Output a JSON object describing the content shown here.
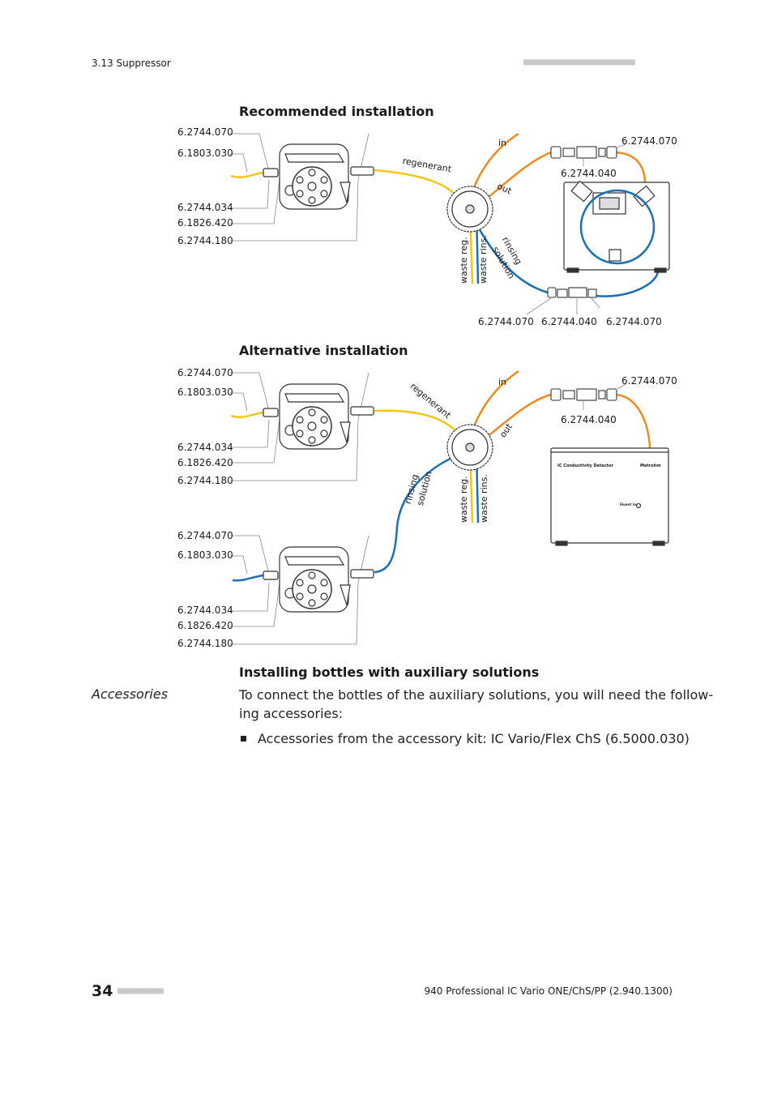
{
  "header": {
    "section": "3.13 Suppressor",
    "dots": "■■■■■■■■■■■■■■■■■■■■■■"
  },
  "figure1": {
    "title": "Recommended installation",
    "left_labels": [
      "6.2744.070",
      "6.1803.030",
      "6.2744.034",
      "6.1826.420",
      "6.2744.180"
    ],
    "right_top": "6.2744.070",
    "right_mid": "6.2744.040",
    "bottom_labels": [
      "6.2744.070",
      "6.2744.040",
      "6.2744.070"
    ],
    "tube_labels": {
      "regenerant": "regenerant",
      "in": "in",
      "out": "out",
      "waste_reg": "waste reg.",
      "waste_rins": "waste rins.",
      "rinsing": "rinsing",
      "solution": "solution"
    }
  },
  "figure2": {
    "title": "Alternative installation",
    "left_labels_a": [
      "6.2744.070",
      "6.1803.030",
      "6.2744.034",
      "6.1826.420",
      "6.2744.180"
    ],
    "left_labels_b": [
      "6.2744.070",
      "6.1803.030",
      "6.2744.034",
      "6.1826.420",
      "6.2744.180"
    ],
    "right_top": "6.2744.070",
    "right_mid": "6.2744.040",
    "detector_title": "IC Conductivity Detector",
    "detector_brand": "Metrohm",
    "detector_port": "Eluent in",
    "tube_labels": {
      "regenerant": "regenerant",
      "in": "in",
      "out": "out",
      "waste_reg": "waste reg.",
      "waste_rins": "waste rins.",
      "rinsing": "rinsing",
      "solution": "solution"
    }
  },
  "section": {
    "title": "Installing bottles with auxiliary solutions",
    "margin_label": "Accessories",
    "paragraph_line1": "To connect the bottles of the auxiliary solutions, you will need the follow-",
    "paragraph_line2": "ing accessories:",
    "bullet": "Accessories from the accessory kit: IC Vario/Flex ChS (6.5000.030)"
  },
  "footer": {
    "page_number": "34",
    "dots": "■■■■■■■■■",
    "doc_title": "940 Professional IC Vario ONE/ChS/PP (2.940.1300)"
  },
  "colors": {
    "yellow": "#f5c518",
    "orange": "#ef8a1f",
    "blue": "#1b6fb5",
    "gray": "#555555"
  }
}
